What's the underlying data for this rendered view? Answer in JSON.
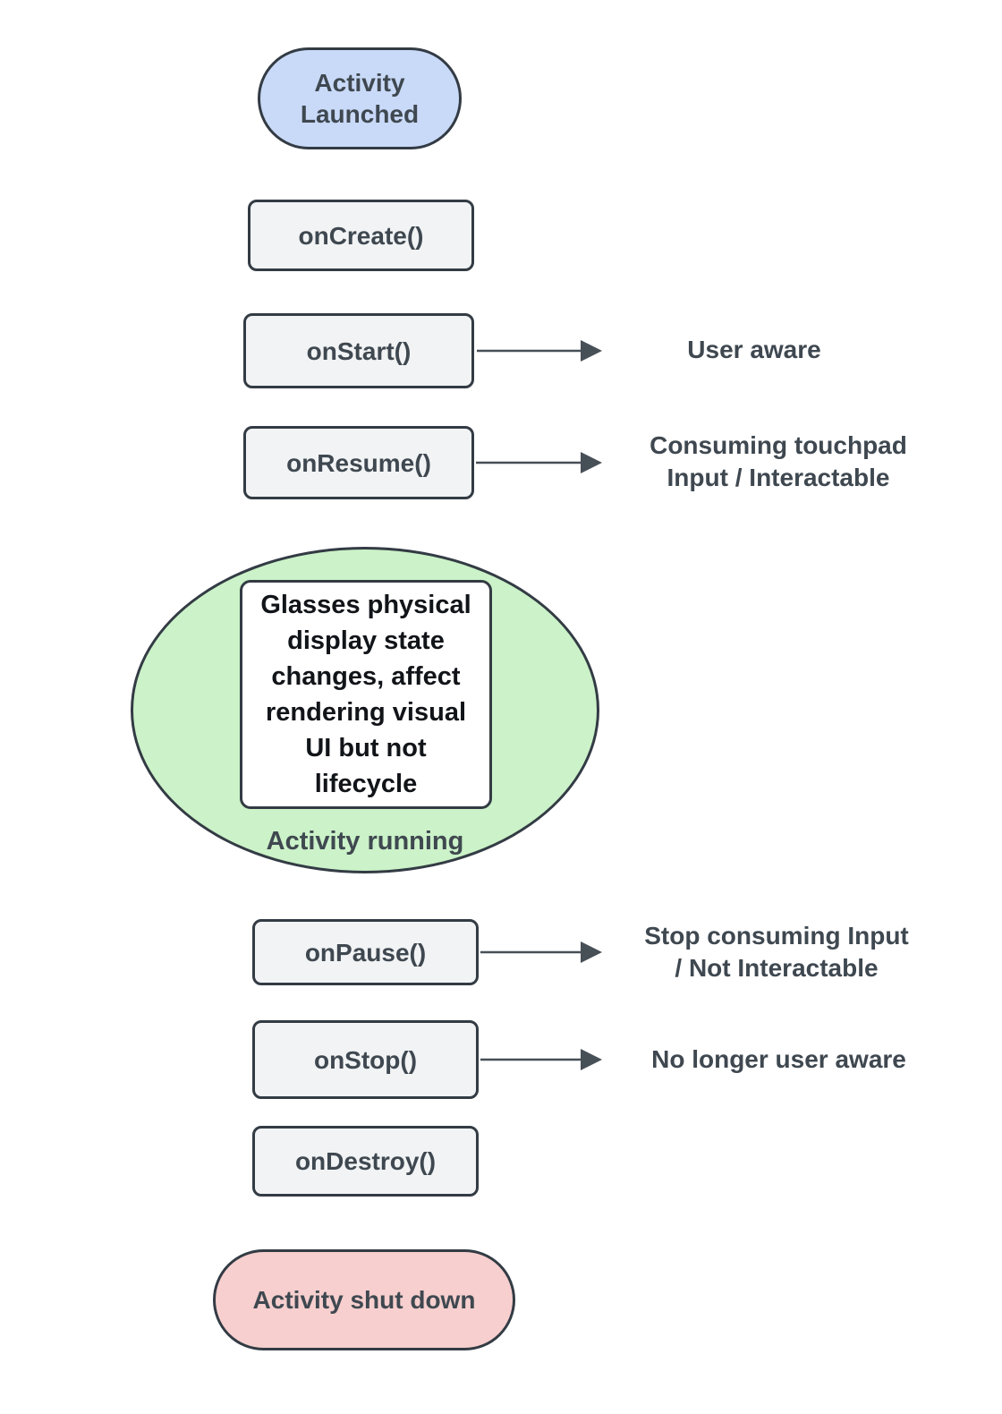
{
  "nodes": {
    "activity_launched": "Activity\nLaunched",
    "on_create": "onCreate()",
    "on_start": "onStart()",
    "on_resume": "onResume()",
    "running_note": "Glasses physical\ndisplay state\nchanges, affect\nrendering visual\nUI but not\nlifecycle",
    "activity_running": "Activity running",
    "on_pause": "onPause()",
    "on_stop": "onStop()",
    "on_destroy": "onDestroy()",
    "activity_shut_down": "Activity shut down"
  },
  "annotations": {
    "user_aware": "User aware",
    "consuming_touchpad": "Consuming touchpad\nInput / Interactable",
    "stop_consuming": "Stop consuming Input\n/ Not Interactable",
    "no_longer_user_aware": "No longer user aware"
  },
  "edges": [
    {
      "from": "onStart()",
      "to": "User aware"
    },
    {
      "from": "onResume()",
      "to": "Consuming touchpad Input / Interactable"
    },
    {
      "from": "onPause()",
      "to": "Stop consuming Input / Not Interactable"
    },
    {
      "from": "onStop()",
      "to": "No longer user aware"
    }
  ],
  "colors": {
    "launched_fill": "#c9daf8",
    "lifecycle_box_fill": "#f1f3f4",
    "running_fill": "#cbf2c8",
    "shutdown_fill": "#f6cfce",
    "note_fill": "#ffffff",
    "outline": "#333b44",
    "text": "#3f4850",
    "arrow": "#474f57"
  }
}
